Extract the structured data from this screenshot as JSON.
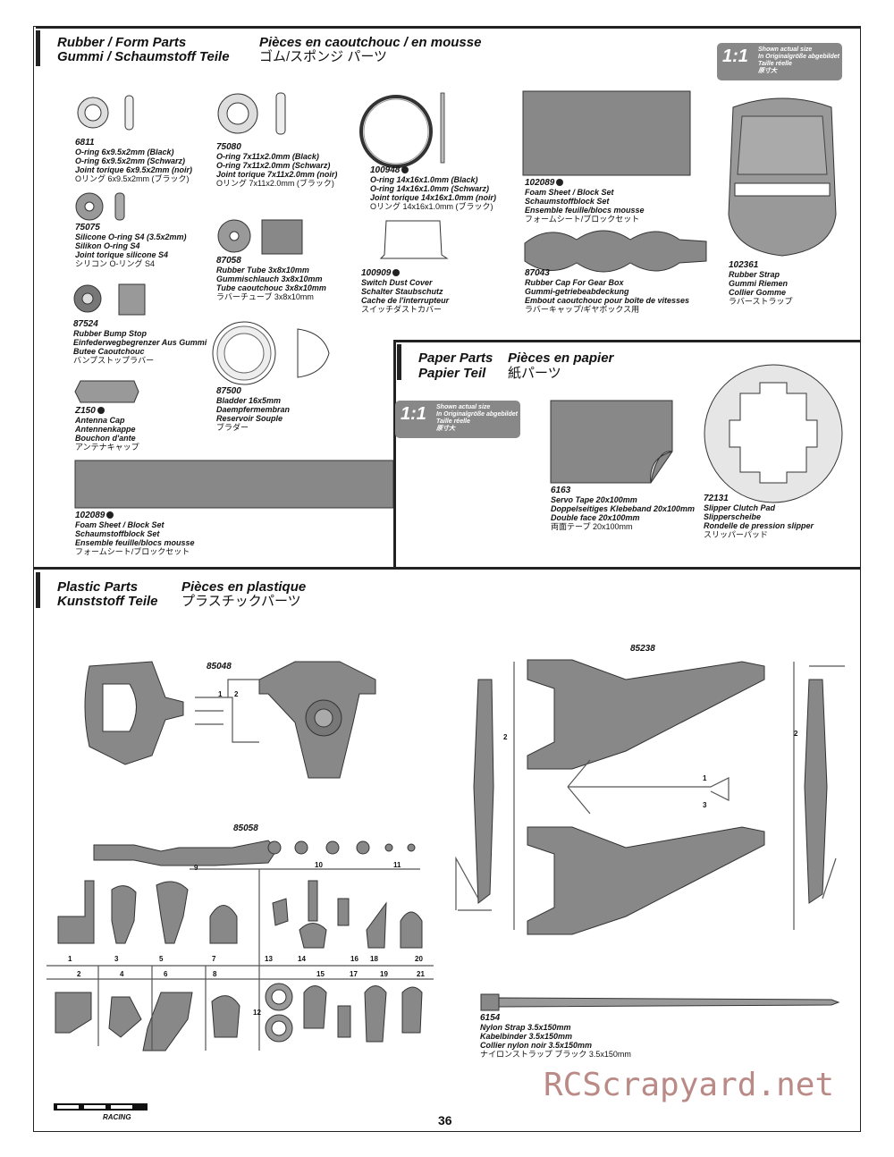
{
  "rubber": {
    "title_en": "Rubber / Form Parts",
    "title_de": "Gummi / Schaumstoff Teile",
    "title_fr": "Pièces en caoutchouc / en mousse",
    "title_jp": "ゴム/スポンジ パーツ",
    "scale_big": "1:1",
    "scale_lines": [
      "Shown actual size",
      "In Originalgröße abgebildet",
      "Taille réelle",
      "原寸大"
    ],
    "parts": [
      {
        "num": "6811",
        "lines": [
          "O-ring 6x9.5x2mm (Black)",
          "O-ring 6x9.5x2mm (Schwarz)",
          "Joint torique 6x9.5x2mm (noir)",
          "Oリング 6x9.5x2mm (ブラック)"
        ]
      },
      {
        "num": "75080",
        "lines": [
          "O-ring 7x11x2.0mm (Black)",
          "O-ring 7x11x2.0mm (Schwarz)",
          "Joint torique 7x11x2.0mm (noir)",
          "Oリング 7x11x2.0mm (ブラック)"
        ]
      },
      {
        "num": "100948",
        "lines": [
          "O-ring 14x16x1.0mm (Black)",
          "O-ring 14x16x1.0mm (Schwarz)",
          "Joint torique 14x16x1.0mm (noir)",
          "Oリング 14x16x1.0mm (ブラック)"
        ]
      },
      {
        "num": "102089",
        "lines": [
          "Foam Sheet / Block Set",
          "Schaumstoffblock Set",
          "Ensemble feuille/blocs mousse",
          "フォームシート/ブロックセット"
        ]
      },
      {
        "num": "75075",
        "lines": [
          "Silicone O-ring S4 (3.5x2mm)",
          "Silikon O-ring S4",
          "Joint torique silicone S4",
          "シリコン O-リング S4"
        ]
      },
      {
        "num": "87058",
        "lines": [
          "Rubber Tube 3x8x10mm",
          "Gummischlauch 3x8x10mm",
          "Tube caoutchouc 3x8x10mm",
          "ラバーチューブ 3x8x10mm"
        ]
      },
      {
        "num": "100909",
        "lines": [
          "Switch Dust Cover",
          "Schalter Staubschutz",
          "Cache de l'interrupteur",
          "スイッチダストカバー"
        ]
      },
      {
        "num": "87043",
        "lines": [
          "Rubber Cap For Gear Box",
          "Gummi-getriebeabdeckung",
          "Embout caoutchouc pour boîte de vitesses",
          "ラバーキャップ/ギヤボックス用"
        ]
      },
      {
        "num": "102361",
        "lines": [
          "Rubber Strap",
          "Gummi Riemen",
          "Collier Gomme",
          "ラバーストラップ"
        ]
      },
      {
        "num": "87524",
        "lines": [
          "Rubber Bump Stop",
          "Einfederwegbegrenzer Aus Gummi",
          "Butee Caoutchouc",
          "バンプストップラバー"
        ]
      },
      {
        "num": "87500",
        "lines": [
          "Bladder 16x5mm",
          "Daempfermembran",
          "Reservoir Souple",
          "ブラダー"
        ]
      },
      {
        "num": "Z150",
        "lines": [
          "Antenna Cap",
          "Antennenkappe",
          "Bouchon d'ante",
          "アンテナキャップ"
        ]
      },
      {
        "num": "102089",
        "lines": [
          "Foam Sheet / Block Set",
          "Schaumstoffblock Set",
          "Ensemble feuille/blocs mousse",
          "フォームシート/ブロックセット"
        ]
      }
    ]
  },
  "paper": {
    "title_en": "Paper Parts",
    "title_de": "Papier Teil",
    "title_fr": "Pièces en papier",
    "title_jp": "紙パーツ",
    "scale_big": "1:1",
    "scale_lines": [
      "Shown actual size",
      "In Originalgröße abgebildet",
      "Taille réelle",
      "原寸大"
    ],
    "parts": [
      {
        "num": "6163",
        "lines": [
          "Servo Tape 20x100mm",
          "Doppelseitiges Klebeband 20x100mm",
          "Double face 20x100mm",
          "両面テープ 20x100mm"
        ]
      },
      {
        "num": "72131",
        "lines": [
          "Slipper Clutch Pad",
          "Slipperscheibe",
          "Rondelle de pression slipper",
          "スリッパーパッド"
        ]
      }
    ]
  },
  "plastic": {
    "title_en": "Plastic Parts",
    "title_de": "Kunststoff Teile",
    "title_fr": "Pièces en plastique",
    "title_jp": "プラスチックパーツ",
    "part_numbers": [
      "85048",
      "85238",
      "85058"
    ],
    "strap": {
      "num": "6154",
      "lines": [
        "Nylon Strap 3.5x150mm",
        "Kabelbinder 3.5x150mm",
        "Collier nylon noir 3.5x150mm",
        "ナイロンストラップ ブラック 3.5x150mm"
      ]
    },
    "labels_85048": [
      "1",
      "2"
    ],
    "labels_85238": [
      "1",
      "2",
      "2",
      "3"
    ],
    "labels_85058": [
      "1",
      "2",
      "3",
      "4",
      "5",
      "6",
      "7",
      "8",
      "9",
      "10",
      "11",
      "12",
      "13",
      "14",
      "15",
      "16",
      "17",
      "18",
      "19",
      "20",
      "21"
    ]
  },
  "footer": {
    "page_number": "36",
    "watermark": "RCScrapyard.net",
    "logo": "HPI RACING"
  }
}
